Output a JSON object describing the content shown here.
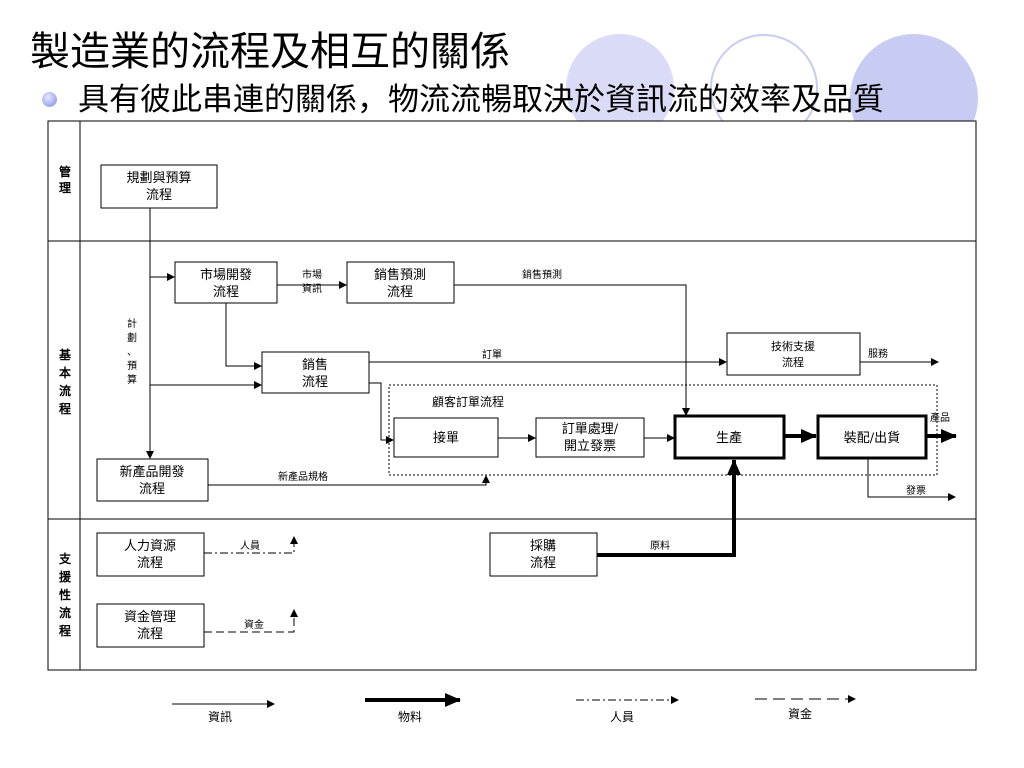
{
  "title": "製造業的流程及相互的關係",
  "subtitle": "具有彼此串連的關係，物流流暢取決於資訊流的效率及品質",
  "colors": {
    "decor_circle": "#c9ccf2",
    "decor_circle_light": "#dadcf7",
    "bullet": "#9da7ea"
  },
  "lanes": {
    "management": [
      "管",
      "理"
    ],
    "basic": [
      "基",
      "本",
      "流",
      "程"
    ],
    "support": [
      "支",
      "援",
      "性",
      "流",
      "程"
    ]
  },
  "boxes": {
    "planning": [
      "規劃與預算",
      "流程"
    ],
    "market": [
      "市場開發",
      "流程"
    ],
    "forecast": [
      "銷售預測",
      "流程"
    ],
    "sales": [
      "銷售",
      "流程"
    ],
    "tech": [
      "技術支援",
      "流程"
    ],
    "accept": "接單",
    "order_proc": [
      "訂單處理/",
      "開立發票"
    ],
    "production": "生產",
    "assembly": "裝配/出貨",
    "new_product": [
      "新產品開發",
      "流程"
    ],
    "hr": [
      "人力資源",
      "流程"
    ],
    "purchase": [
      "採購",
      "流程"
    ],
    "fund": [
      "資金管理",
      "流程"
    ]
  },
  "labels": {
    "market_info": [
      "市場",
      "資訊"
    ],
    "forecast": "銷售預測",
    "plan_budget": [
      "計",
      "劃",
      "、",
      "預",
      "算"
    ],
    "order": "訂單",
    "customer_order": "顧客訂單流程",
    "service": "服務",
    "product": "產品",
    "invoice": "發票",
    "new_spec": "新產品規格",
    "personnel": "人員",
    "raw_material": "原料",
    "funds": "資金"
  },
  "legend": {
    "info": "資訊",
    "material": "物料",
    "personnel": "人員",
    "funds": "資金"
  }
}
